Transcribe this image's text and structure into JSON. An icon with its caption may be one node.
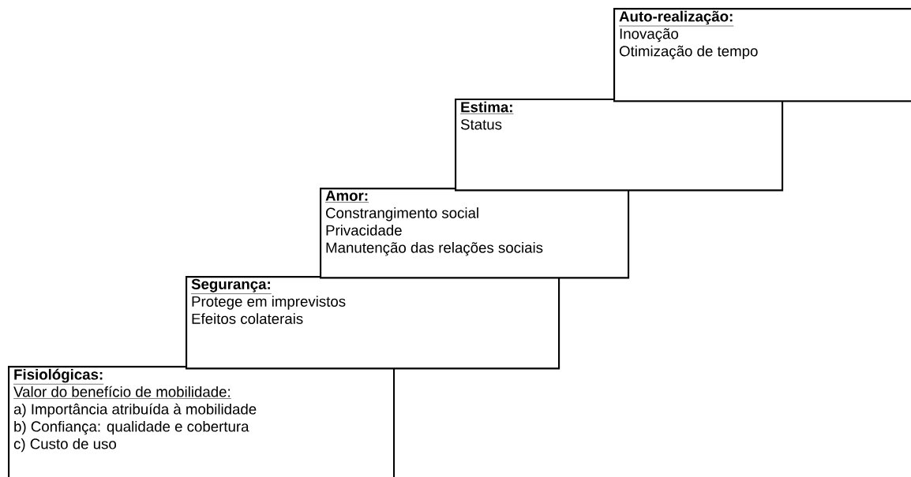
{
  "diagram": {
    "nodes": [
      {
        "text": [
          "Auto-realização:",
          "Inovação",
          "Otimização de tempo"
        ]
      },
      {
        "text": [
          "Estima:",
          "Status"
        ]
      },
      {
        "text": [
          "Amor:",
          "Constrangimento social",
          "Privacidade",
          "Manutenção das relações sociais"
        ]
      },
      {
        "text": [
          "Segurança:",
          "Protege em imprevistos",
          "Efeitos colaterais"
        ]
      },
      {
        "text": [
          "Fisiológicas:",
          "Valor do benefício de mobilidade:",
          "a) Importância atribuída à mobilidade",
          "b) Confiança:  qualidade e cobertura",
          "c) Custo de uso"
        ]
      }
    ]
  }
}
